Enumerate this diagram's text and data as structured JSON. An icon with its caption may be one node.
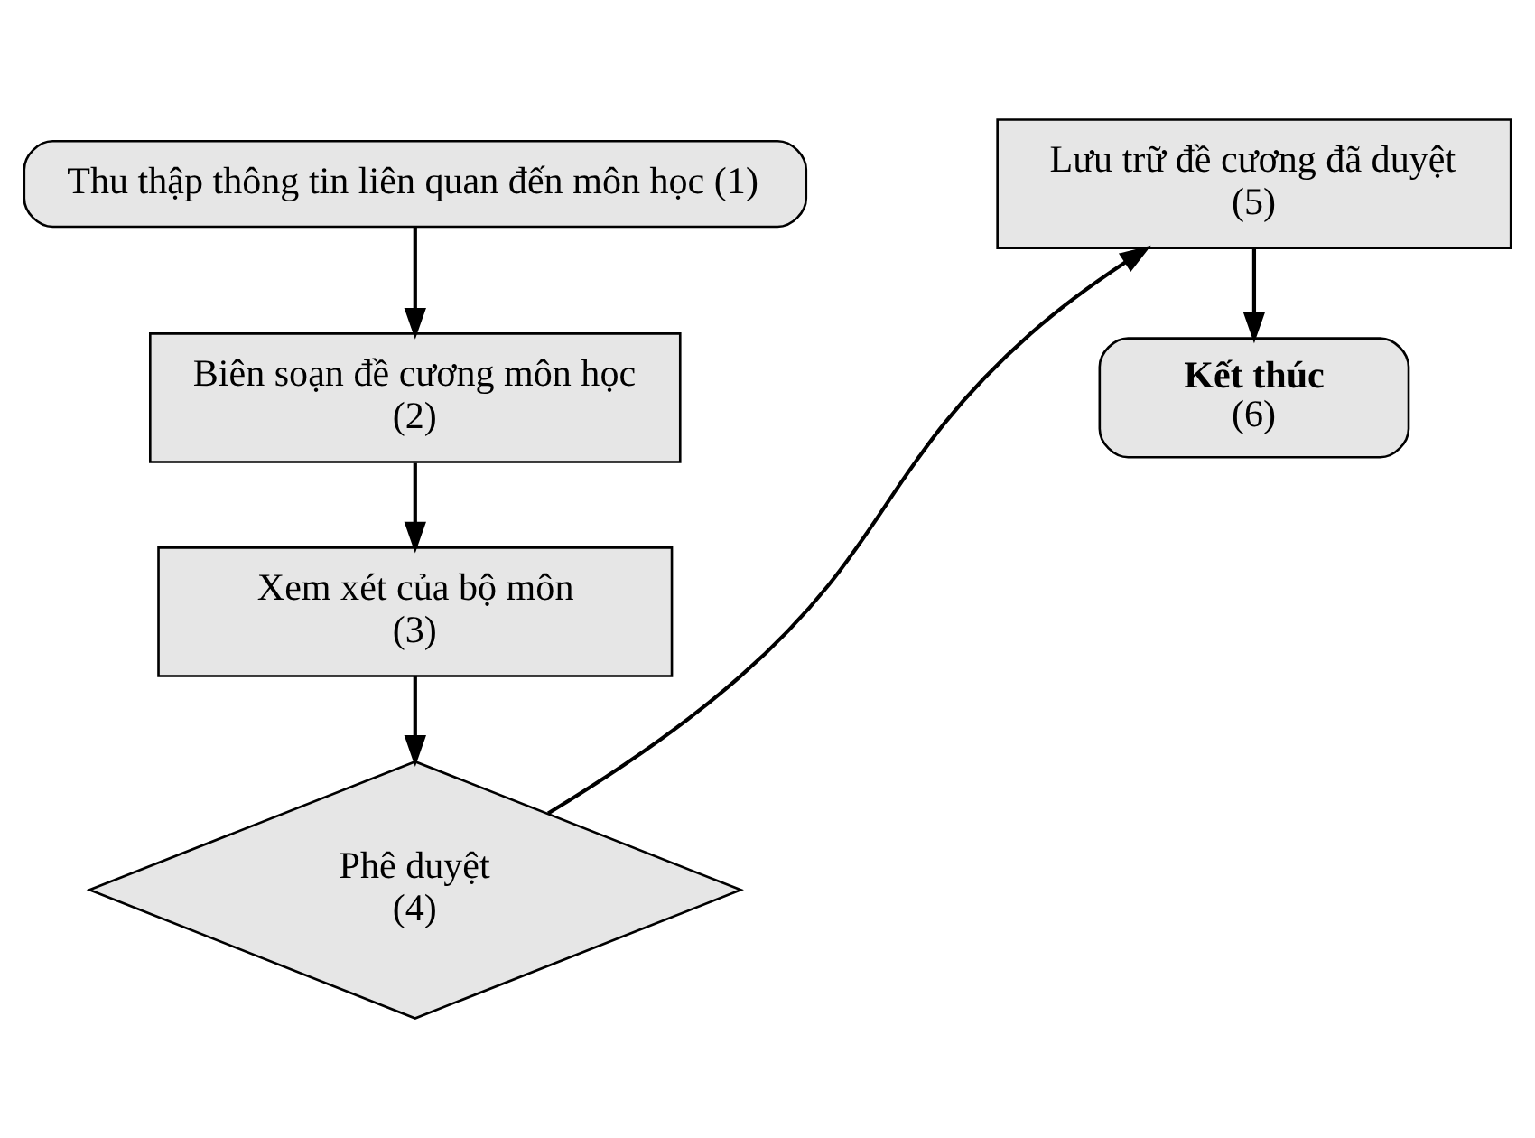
{
  "diagram": {
    "nodes": [
      {
        "text": [
          "Thu thập thông tin liên quan đến môn học (1)"
        ]
      },
      {
        "text": [
          "Biên soạn đề cương môn học",
          "(2)"
        ]
      },
      {
        "text": [
          "Xem xét của bộ môn",
          "(3)"
        ]
      },
      {
        "text": [
          "Phê duyệt",
          "(4)"
        ]
      },
      {
        "text": [
          "Lưu trữ đề cương đã duyệt",
          "(5)"
        ]
      },
      {
        "text": [
          "Kết thúc",
          "(6)"
        ]
      }
    ],
    "edges": [
      {
        "from": 0,
        "to": 1,
        "arrow": "to"
      },
      {
        "from": 1,
        "to": 2,
        "arrow": "to"
      },
      {
        "from": 2,
        "to": 3,
        "arrow": "to"
      },
      {
        "from": 3,
        "to": 4,
        "arrow": "to"
      },
      {
        "from": 4,
        "to": 5,
        "arrow": "to"
      }
    ]
  }
}
